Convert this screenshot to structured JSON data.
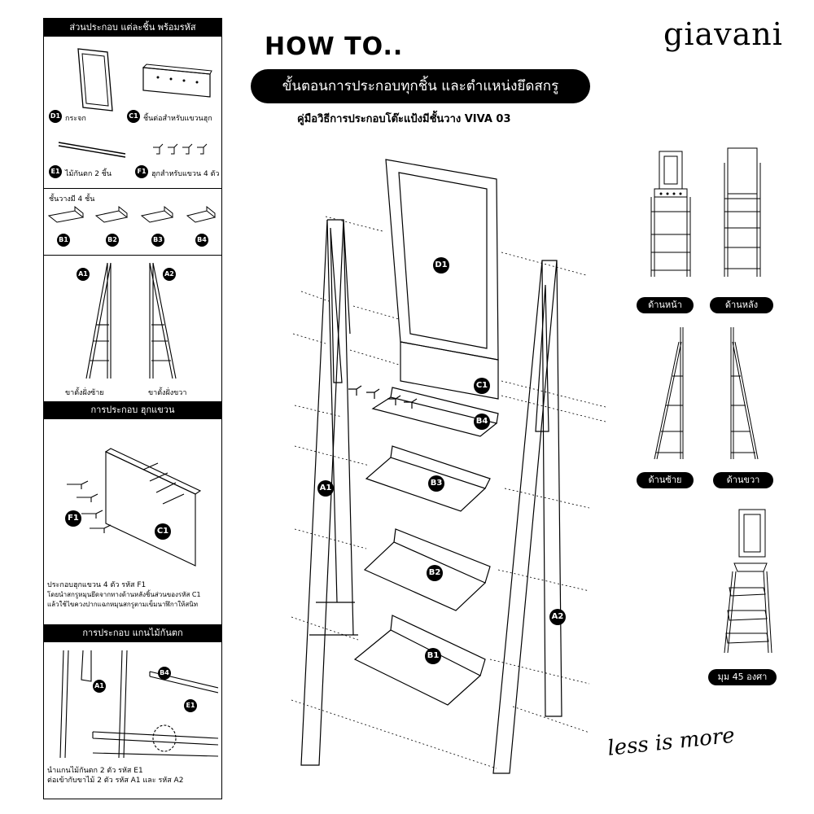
{
  "brand": "giavani",
  "title": "HOW TO..",
  "subtitle": "ขั้นตอนการประกอบทุกชิ้น และตำแหน่งยึดสกรู",
  "manual_title": "คู่มือวิธีการประกอบโต๊ะแป้งมีชั้นวาง VIVA 03",
  "slogan": "less is more",
  "parts_panel": {
    "title": "ส่วนประกอบ แต่ละชิ้น พร้อมรหัส",
    "d1": {
      "code": "D1",
      "label": "กระจก"
    },
    "c1": {
      "code": "C1",
      "label": "ชิ้นต่อสำหรับแขวนฮุก"
    },
    "e1": {
      "code": "E1",
      "label": "ไม้กันตก 2 ชิ้น"
    },
    "f1": {
      "code": "F1",
      "label": "ฮุกสำหรับแขวน 4 ตัว"
    },
    "shelves_label": "ชั้นวางมี 4 ชั้น",
    "shelves": [
      "B1",
      "B2",
      "B3",
      "B4"
    ],
    "legs": [
      {
        "code": "A1",
        "label": "ขาตั้งฝั่งซ้าย"
      },
      {
        "code": "A2",
        "label": "ขาตั้งฝั่งขวา"
      }
    ]
  },
  "hook_section": {
    "title": "การประกอบ ฮุกแขวน",
    "badge_f1": "F1",
    "badge_c1": "C1",
    "note": [
      "ประกอบฮุกแขวน 4 ตัว รหัส F1",
      "โดยนำสกรูหมุนยึดจากทางด้านหลังชิ้นส่วนของรหัส C1",
      "แล้วใช้ไขควงปากแฉกหมุนสกรูตามเข็มนาฬิกาให้สนิท"
    ]
  },
  "rail_section": {
    "title": "การประกอบ แกนไม้กันตก",
    "badge_a1": "A1",
    "badge_b4": "B4",
    "badge_e1": "E1",
    "note": [
      "นำแกนไม้กันตก 2 ตัว รหัส E1",
      "ต่อเข้ากับขาไม้ 2 ตัว รหัส A1 และ รหัส A2"
    ]
  },
  "main_labels": {
    "d1": "D1",
    "c1": "C1",
    "b4": "B4",
    "b3": "B3",
    "b2": "B2",
    "b1": "B1",
    "a1": "A1",
    "a2": "A2"
  },
  "views": {
    "front": "ด้านหน้า",
    "back": "ด้านหลัง",
    "left": "ด้านซ้าย",
    "right": "ด้านขวา",
    "angle": "มุม 45 องศา"
  }
}
